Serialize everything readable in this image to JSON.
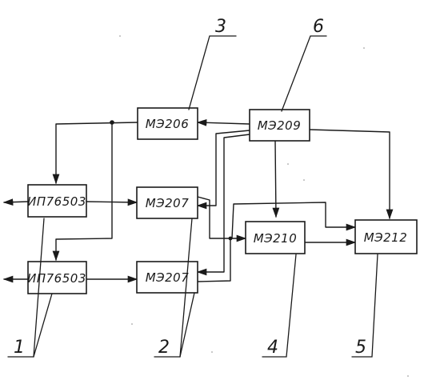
{
  "blocks": {
    "me206": "МЭ206",
    "me209": "МЭ209",
    "ip1": "ИП76503",
    "me207a": "МЭ207",
    "ip2": "ИП76503",
    "me207b": "МЭ207",
    "me210": "МЭ210",
    "me212": "МЭ212"
  },
  "callouts": {
    "c1": "1",
    "c2": "2",
    "c3": "3",
    "c4": "4",
    "c5": "5",
    "c6": "6"
  },
  "colors": {
    "ink": "#1a1a1a",
    "paper": "#ffffff"
  }
}
